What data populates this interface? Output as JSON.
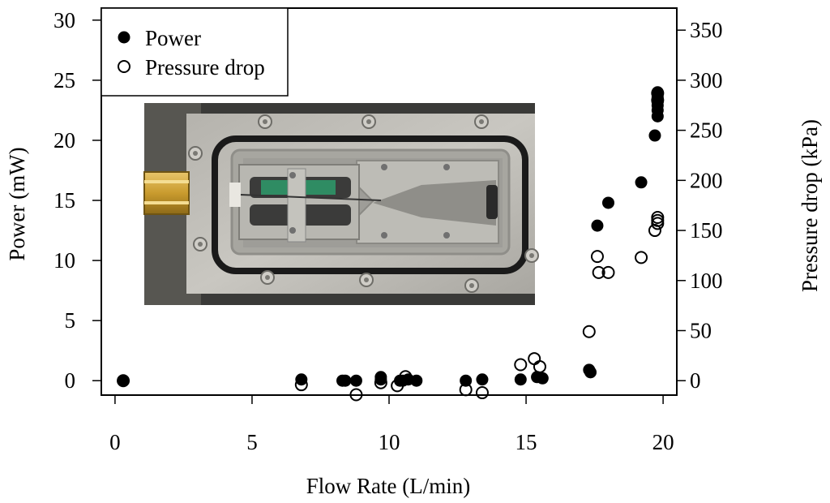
{
  "chart_data": {
    "type": "scatter",
    "xlabel": "Flow Rate (L/min)",
    "ylabel": "Power (mW)",
    "y2label": "Pressure drop (kPa)",
    "xlim": [
      -0.5,
      20.5
    ],
    "ylim": [
      -1.2,
      31
    ],
    "y2lim": [
      -14.4,
      372
    ],
    "x_ticks": [
      "0",
      "5",
      "10",
      "15",
      "20"
    ],
    "y_ticks": [
      "0",
      "5",
      "10",
      "15",
      "20",
      "25",
      "30"
    ],
    "y2_ticks": [
      "0",
      "50",
      "100",
      "150",
      "200",
      "250",
      "300",
      "350"
    ],
    "legend_position": "top-left",
    "inset": "photo of the flow cell device with brass inlet fitting",
    "series": [
      {
        "name": "Power",
        "marker": "filled-circle",
        "axis": "left",
        "color": "#000000",
        "points": [
          [
            0.3,
            0.0
          ],
          [
            6.8,
            0.1
          ],
          [
            8.3,
            0.0
          ],
          [
            8.4,
            0.0
          ],
          [
            8.8,
            0.0
          ],
          [
            9.7,
            0.1
          ],
          [
            9.7,
            0.3
          ],
          [
            10.4,
            0.0
          ],
          [
            10.5,
            0.0
          ],
          [
            10.7,
            0.1
          ],
          [
            11.0,
            0.0
          ],
          [
            12.8,
            0.0
          ],
          [
            13.4,
            0.1
          ],
          [
            14.8,
            0.1
          ],
          [
            15.4,
            0.3
          ],
          [
            15.6,
            0.2
          ],
          [
            17.3,
            0.9
          ],
          [
            17.35,
            0.7
          ],
          [
            17.6,
            12.9
          ],
          [
            18.0,
            14.8
          ],
          [
            19.2,
            16.5
          ],
          [
            19.7,
            20.4
          ],
          [
            19.8,
            22.0
          ],
          [
            19.8,
            22.5
          ],
          [
            19.8,
            22.9
          ],
          [
            19.8,
            23.2
          ],
          [
            19.8,
            23.6
          ],
          [
            19.8,
            24.0
          ]
        ]
      },
      {
        "name": "Pressure drop",
        "marker": "open-circle",
        "axis": "right",
        "color": "#000000",
        "points": [
          [
            0.3,
            0
          ],
          [
            6.8,
            -4
          ],
          [
            8.8,
            -14
          ],
          [
            9.7,
            -2
          ],
          [
            10.3,
            -5
          ],
          [
            10.6,
            4
          ],
          [
            12.8,
            -9
          ],
          [
            13.4,
            -12
          ],
          [
            14.8,
            16
          ],
          [
            15.3,
            22
          ],
          [
            15.5,
            14
          ],
          [
            17.3,
            49
          ],
          [
            17.6,
            124
          ],
          [
            17.65,
            108
          ],
          [
            18.0,
            108
          ],
          [
            19.2,
            123
          ],
          [
            19.7,
            150
          ],
          [
            19.8,
            157
          ],
          [
            19.8,
            160
          ],
          [
            19.8,
            163
          ],
          [
            19.8,
            280
          ],
          [
            19.8,
            287
          ]
        ]
      }
    ]
  }
}
